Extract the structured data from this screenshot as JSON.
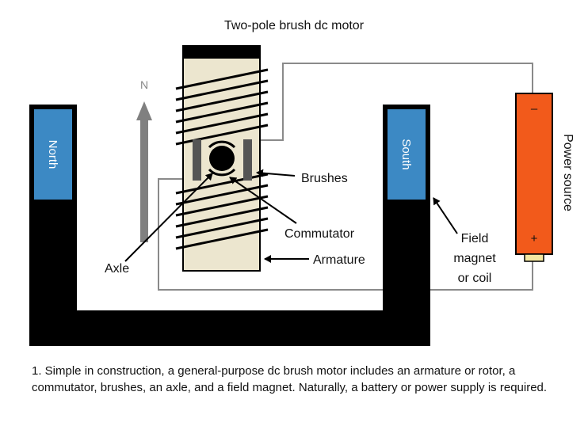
{
  "title": "Two-pole brush dc motor",
  "labels": {
    "north": "North",
    "south": "South",
    "n_arrow": "N",
    "brushes": "Brushes",
    "commutator": "Commutator",
    "armature": "Armature",
    "axle": "Axle",
    "field_line1": "Field",
    "field_line2": "magnet",
    "field_line3": "or coil",
    "power_source": "Power source",
    "minus": "–",
    "plus": "+"
  },
  "caption": "1. Simple in construction, a general-purpose dc brush motor includes an armature or rotor, a commutator, brushes, an axle, and a field magnet. Naturally, a battery or power supply is required.",
  "colors": {
    "magnet_pole": "#3c89c4",
    "armature_fill": "#ece6cf",
    "battery": "#f25a1b",
    "battery_terminal": "#f4e7a0",
    "arrow": "#808080",
    "frame": "#000000"
  }
}
